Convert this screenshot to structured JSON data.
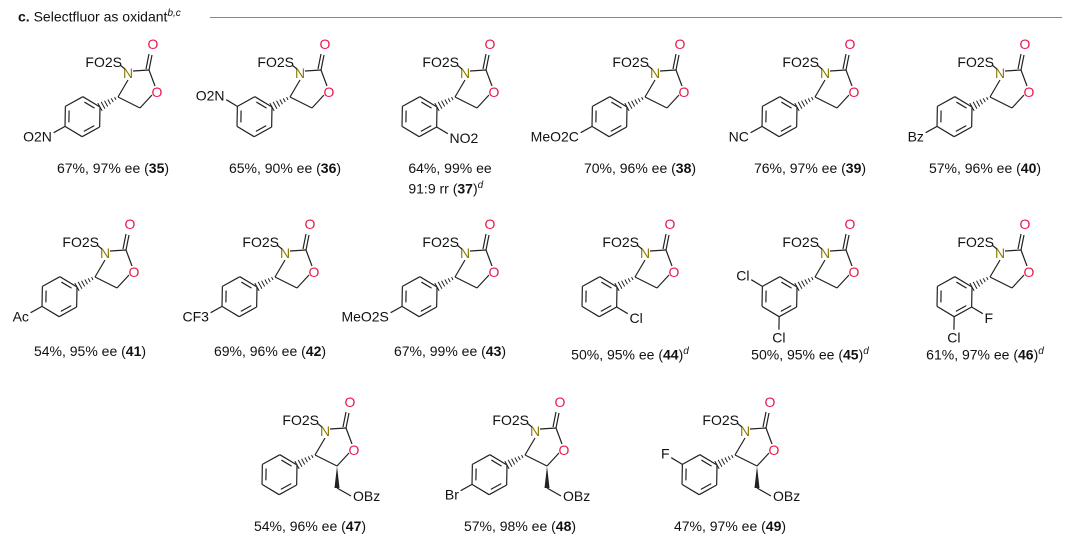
{
  "header": {
    "letter": "c.",
    "title": "Selectfluor as oxidant",
    "footnotes": "b,c"
  },
  "labels": {
    "sulfonyl": "FO2S",
    "n": "N",
    "o": "O",
    "ch2_group": "OBz"
  },
  "colors": {
    "nitrogen": "#8a7d00",
    "oxygen": "#e8194b",
    "bond": "#222222"
  },
  "compounds": [
    {
      "id": "35",
      "row": 0,
      "col": 0,
      "yield": "67%",
      "ee": "97% ee",
      "rr": "",
      "note": "",
      "subs": [
        {
          "pos": 3,
          "label": "O2N"
        }
      ],
      "ch2obz": false
    },
    {
      "id": "36",
      "row": 0,
      "col": 1,
      "yield": "65%",
      "ee": "90% ee",
      "rr": "",
      "note": "",
      "subs": [
        {
          "pos": 4,
          "label": "O2N"
        }
      ],
      "ch2obz": false
    },
    {
      "id": "37",
      "row": 0,
      "col": 2,
      "yield": "64%",
      "ee": "99% ee",
      "rr": "91:9 rr",
      "note": "d",
      "subs": [
        {
          "pos": 1,
          "label": "NO2"
        }
      ],
      "ch2obz": false
    },
    {
      "id": "38",
      "row": 0,
      "col": 3,
      "yield": "70%",
      "ee": "96% ee",
      "rr": "",
      "note": "",
      "subs": [
        {
          "pos": 3,
          "label": "MeO2C"
        }
      ],
      "ch2obz": false
    },
    {
      "id": "39",
      "row": 0,
      "col": 4,
      "yield": "76%",
      "ee": "97% ee",
      "rr": "",
      "note": "",
      "subs": [
        {
          "pos": 3,
          "label": "NC"
        }
      ],
      "ch2obz": false
    },
    {
      "id": "40",
      "row": 0,
      "col": 5,
      "yield": "57%",
      "ee": "96% ee",
      "rr": "",
      "note": "",
      "subs": [
        {
          "pos": 3,
          "label": "Bz"
        }
      ],
      "ch2obz": false
    },
    {
      "id": "41",
      "row": 1,
      "col": 0,
      "yield": "54%",
      "ee": "95% ee",
      "rr": "",
      "note": "",
      "subs": [
        {
          "pos": 3,
          "label": "Ac"
        }
      ],
      "ch2obz": false
    },
    {
      "id": "42",
      "row": 1,
      "col": 1,
      "yield": "69%",
      "ee": "96% ee",
      "rr": "",
      "note": "",
      "subs": [
        {
          "pos": 3,
          "label": "CF3"
        }
      ],
      "ch2obz": false
    },
    {
      "id": "43",
      "row": 1,
      "col": 2,
      "yield": "67%",
      "ee": "99% ee",
      "rr": "",
      "note": "",
      "subs": [
        {
          "pos": 3,
          "label": "MeO2S"
        }
      ],
      "ch2obz": false
    },
    {
      "id": "44",
      "row": 1,
      "col": 3,
      "yield": "50%",
      "ee": "95% ee",
      "rr": "",
      "note": "d",
      "subs": [
        {
          "pos": 1,
          "label": "Cl"
        }
      ],
      "ch2obz": false
    },
    {
      "id": "45",
      "row": 1,
      "col": 4,
      "yield": "50%",
      "ee": "95% ee",
      "rr": "",
      "note": "d",
      "subs": [
        {
          "pos": 4,
          "label": "Cl"
        },
        {
          "pos": 2,
          "label": "Cl"
        }
      ],
      "ch2obz": false
    },
    {
      "id": "46",
      "row": 1,
      "col": 5,
      "yield": "61%",
      "ee": "97% ee",
      "rr": "",
      "note": "d",
      "subs": [
        {
          "pos": 1,
          "label": "F"
        },
        {
          "pos": 2,
          "label": "Cl"
        }
      ],
      "ch2obz": false
    },
    {
      "id": "47",
      "row": 2,
      "col": 0,
      "yield": "54%",
      "ee": "96% ee",
      "rr": "",
      "note": "",
      "subs": [],
      "ch2obz": true
    },
    {
      "id": "48",
      "row": 2,
      "col": 1,
      "yield": "57%",
      "ee": "98% ee",
      "rr": "",
      "note": "",
      "subs": [
        {
          "pos": 3,
          "label": "Br"
        }
      ],
      "ch2obz": true
    },
    {
      "id": "49",
      "row": 2,
      "col": 2,
      "yield": "47%",
      "ee": "97% ee",
      "rr": "",
      "note": "",
      "subs": [
        {
          "pos": 4,
          "label": "F"
        }
      ],
      "ch2obz": true
    }
  ]
}
